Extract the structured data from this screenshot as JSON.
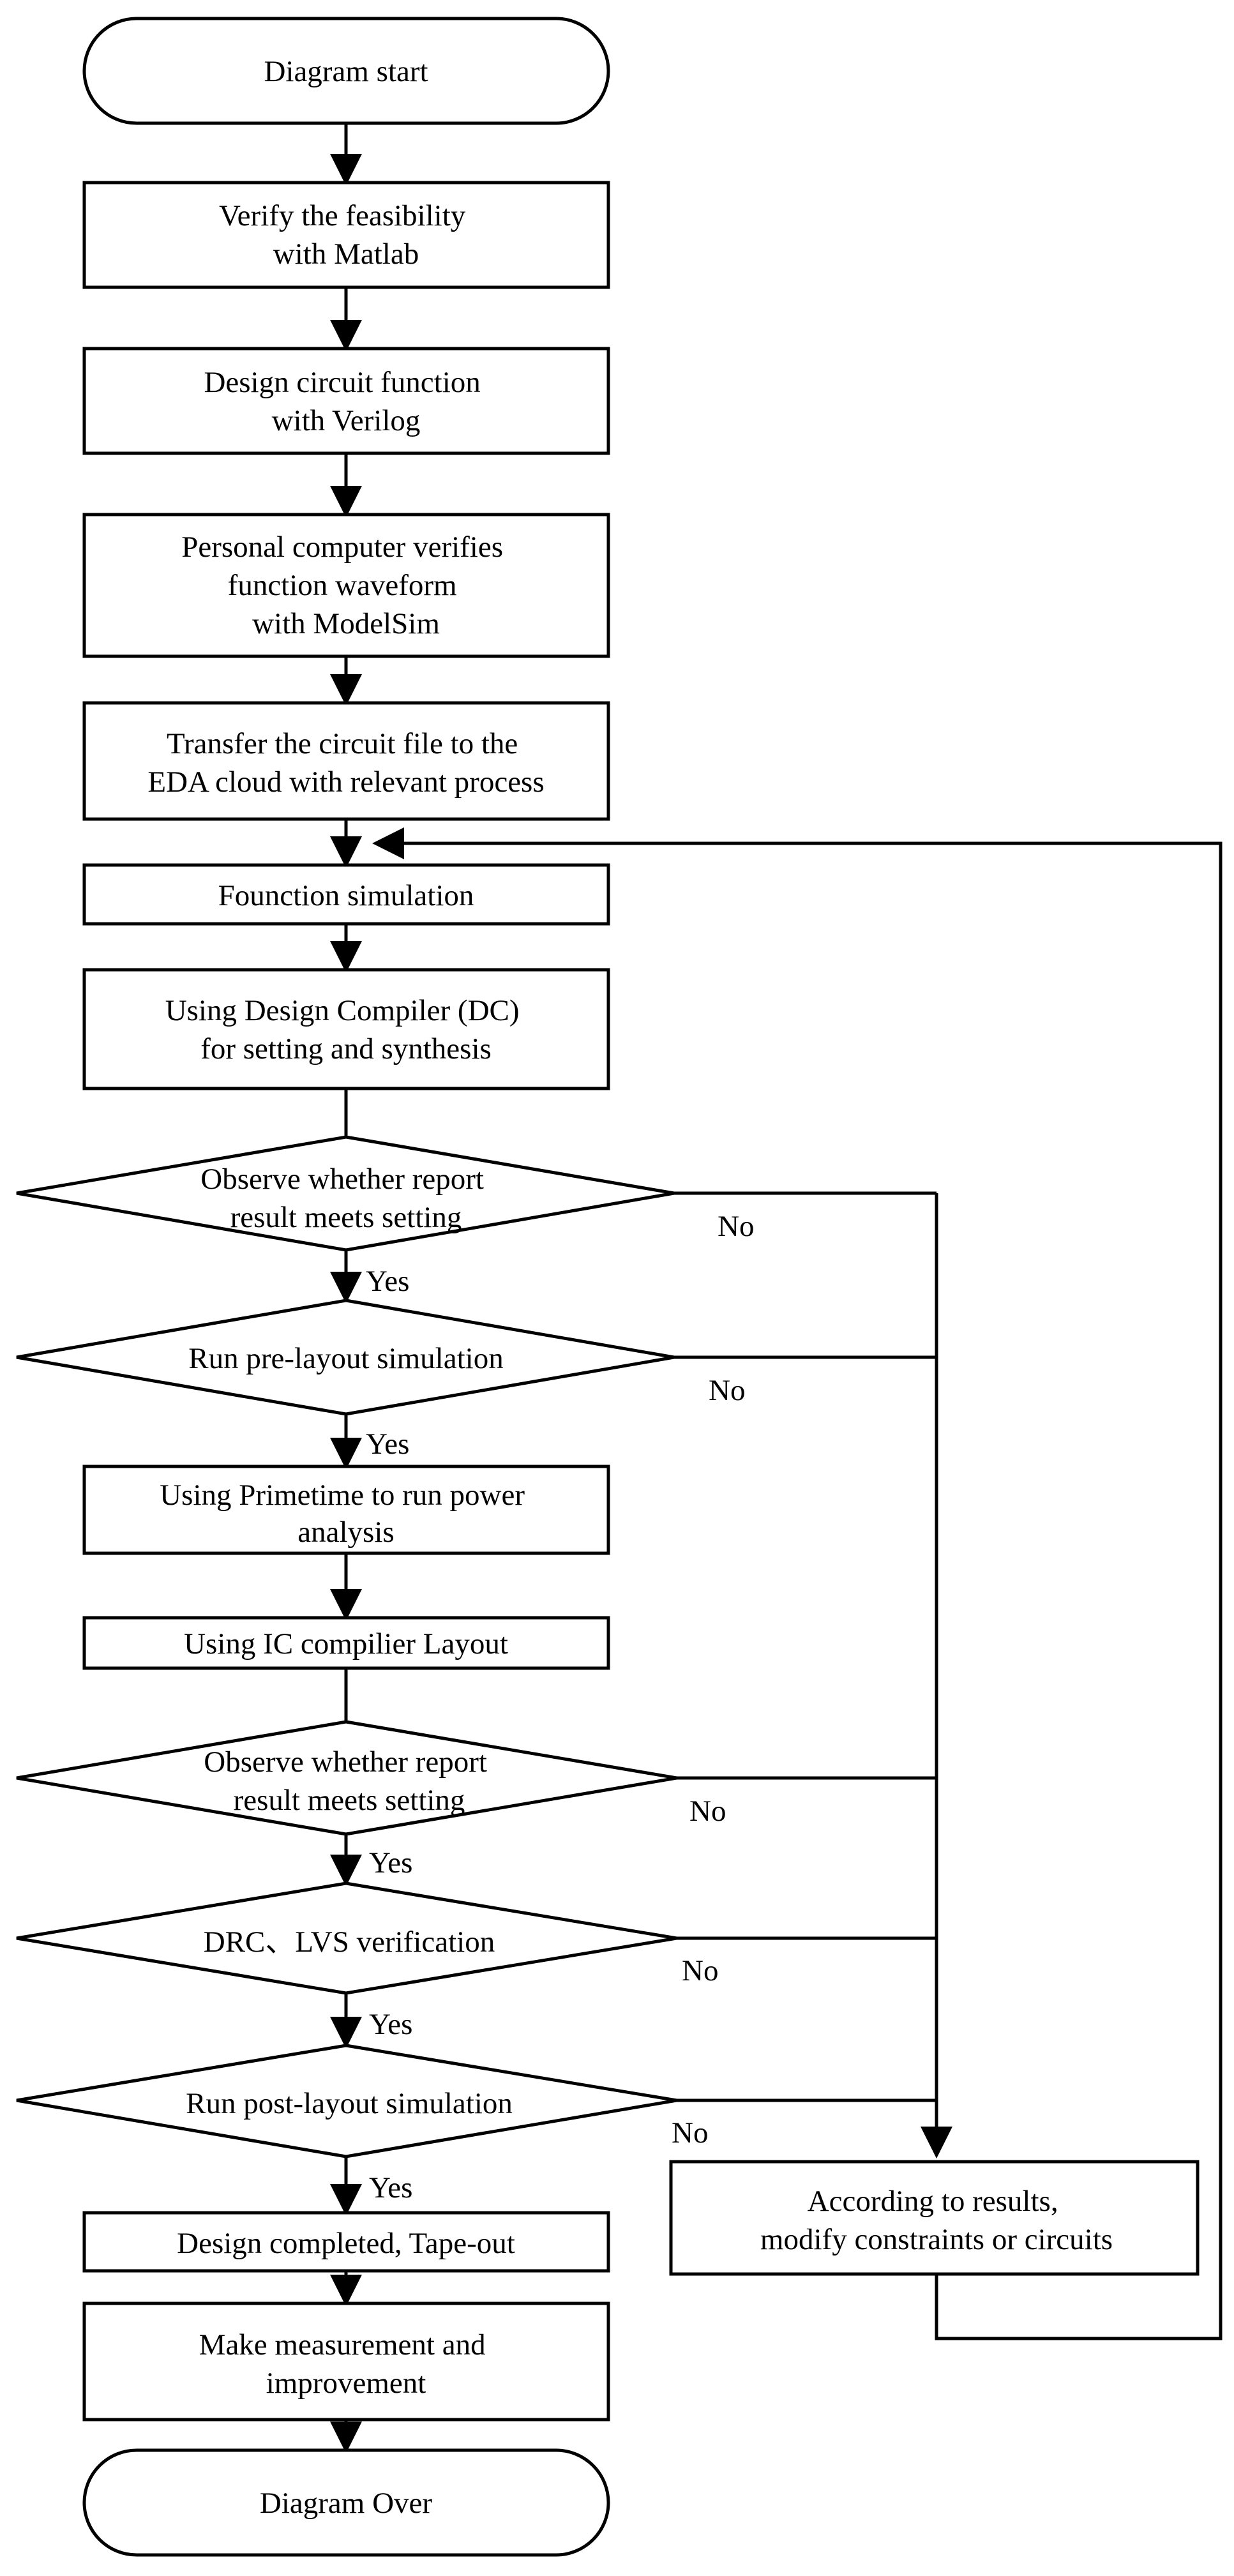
{
  "nodes": {
    "start": [
      "Diagram start"
    ],
    "verify_matlab": [
      "Verify the feasibility",
      "with Matlab"
    ],
    "design_verilog": [
      "Design circuit function",
      "with Verilog"
    ],
    "modelsim": [
      "Personal computer verifies",
      "function waveform",
      "with ModelSim"
    ],
    "transfer": [
      "Transfer the circuit file to the",
      "EDA cloud with relevant process"
    ],
    "func_sim": [
      "Founction simulation"
    ],
    "dc_synth": [
      "Using Design Compiler (DC)",
      "for setting and synthesis"
    ],
    "observe1": [
      "Observe whether report",
      "result meets setting"
    ],
    "prelayout": [
      "Run pre-layout simulation"
    ],
    "primetime": [
      "Using Primetime to run power",
      "analysis"
    ],
    "icc_layout": [
      "Using IC compilier Layout"
    ],
    "observe2": [
      "Observe whether report",
      "result meets setting"
    ],
    "drc_lvs": [
      "DRC、LVS verification"
    ],
    "postlayout": [
      "Run post-layout simulation"
    ],
    "modify": [
      "According to results,",
      "modify constraints or circuits"
    ],
    "tapeout": [
      "Design completed, Tape-out"
    ],
    "measure": [
      "Make measurement and",
      "improvement"
    ],
    "end": [
      "Diagram Over"
    ]
  },
  "edge_labels": {
    "yes": "Yes",
    "no": "No"
  }
}
